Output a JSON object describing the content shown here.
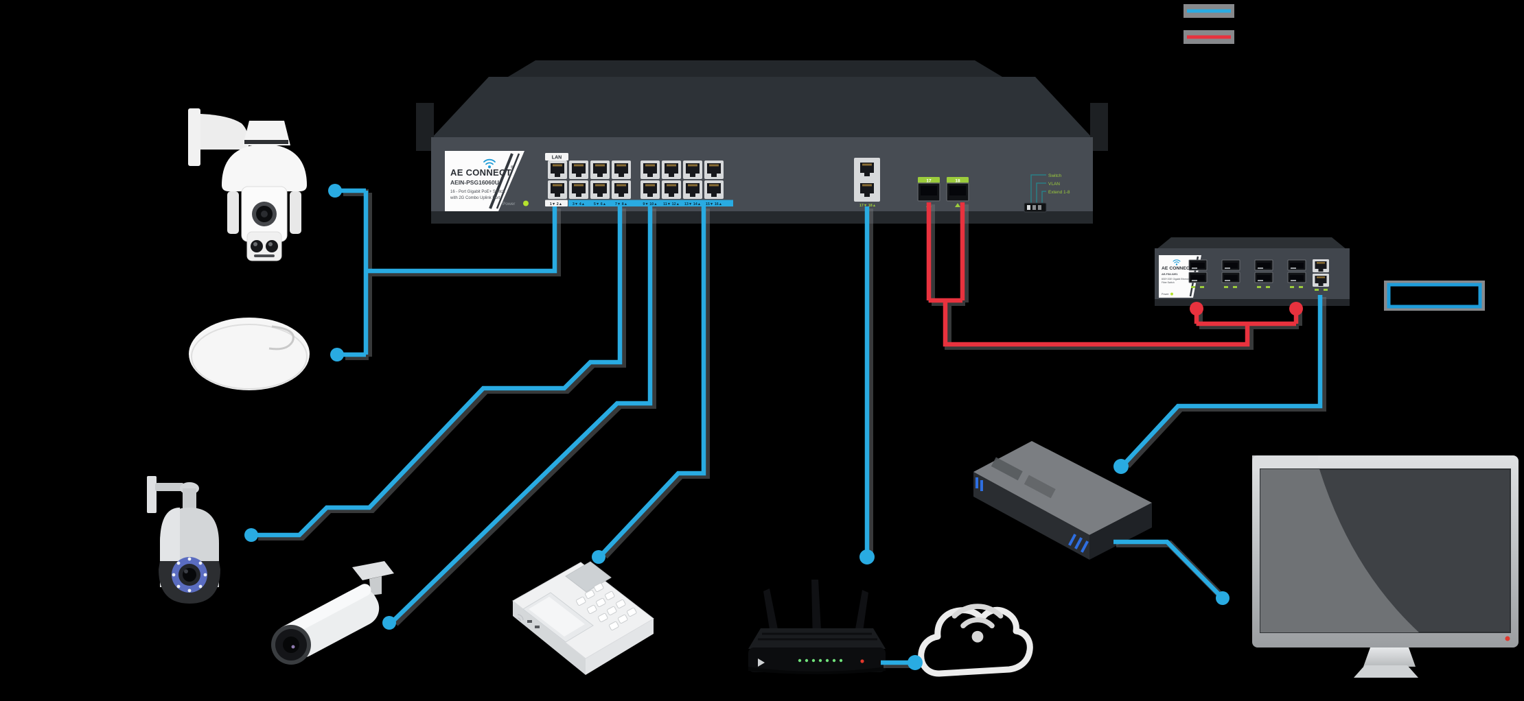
{
  "legend": {
    "swatch_colors": [
      "#29abe2",
      "#e8323e"
    ]
  },
  "colors": {
    "cable_blue": "#29abe2",
    "cable_red": "#e8323e",
    "led_green": "#b5e22e",
    "port_label_green": "#9ccc3c",
    "legend_chip_gray": "#87898c",
    "highlight_box_blue": "#1e9cd9"
  },
  "main_switch": {
    "brand": "AE CONNECT",
    "brand_reg": "®",
    "model": "AEIN-PSG16060U",
    "desc_line1": "16 - Port Gigabit PoE+ Switch",
    "desc_line2": "with 2G Combo Uplink Port",
    "power_label": "Power",
    "lan_label": "LAN",
    "port_pairs": [
      "1▼ 2▲",
      "3▼ 4▲",
      "5▼ 6▲",
      "7▼ 8▲",
      "9▼ 10▲",
      "11▼ 12▲",
      "13▼ 14▲",
      "15▼ 16▲"
    ],
    "combo_label": "17▼ 18▲",
    "sfp_labels": [
      "17",
      "18"
    ],
    "dip_legend": [
      "Switch",
      "VLAN",
      "Extend 1-8"
    ]
  },
  "fiber_switch": {
    "brand": "AE CONNECT",
    "model": "AE-FS8-02E1",
    "desc_line1": "8GE+2GE Gigabit Ethernet",
    "desc_line2": "Fiber Switch",
    "power_label": "Power"
  }
}
